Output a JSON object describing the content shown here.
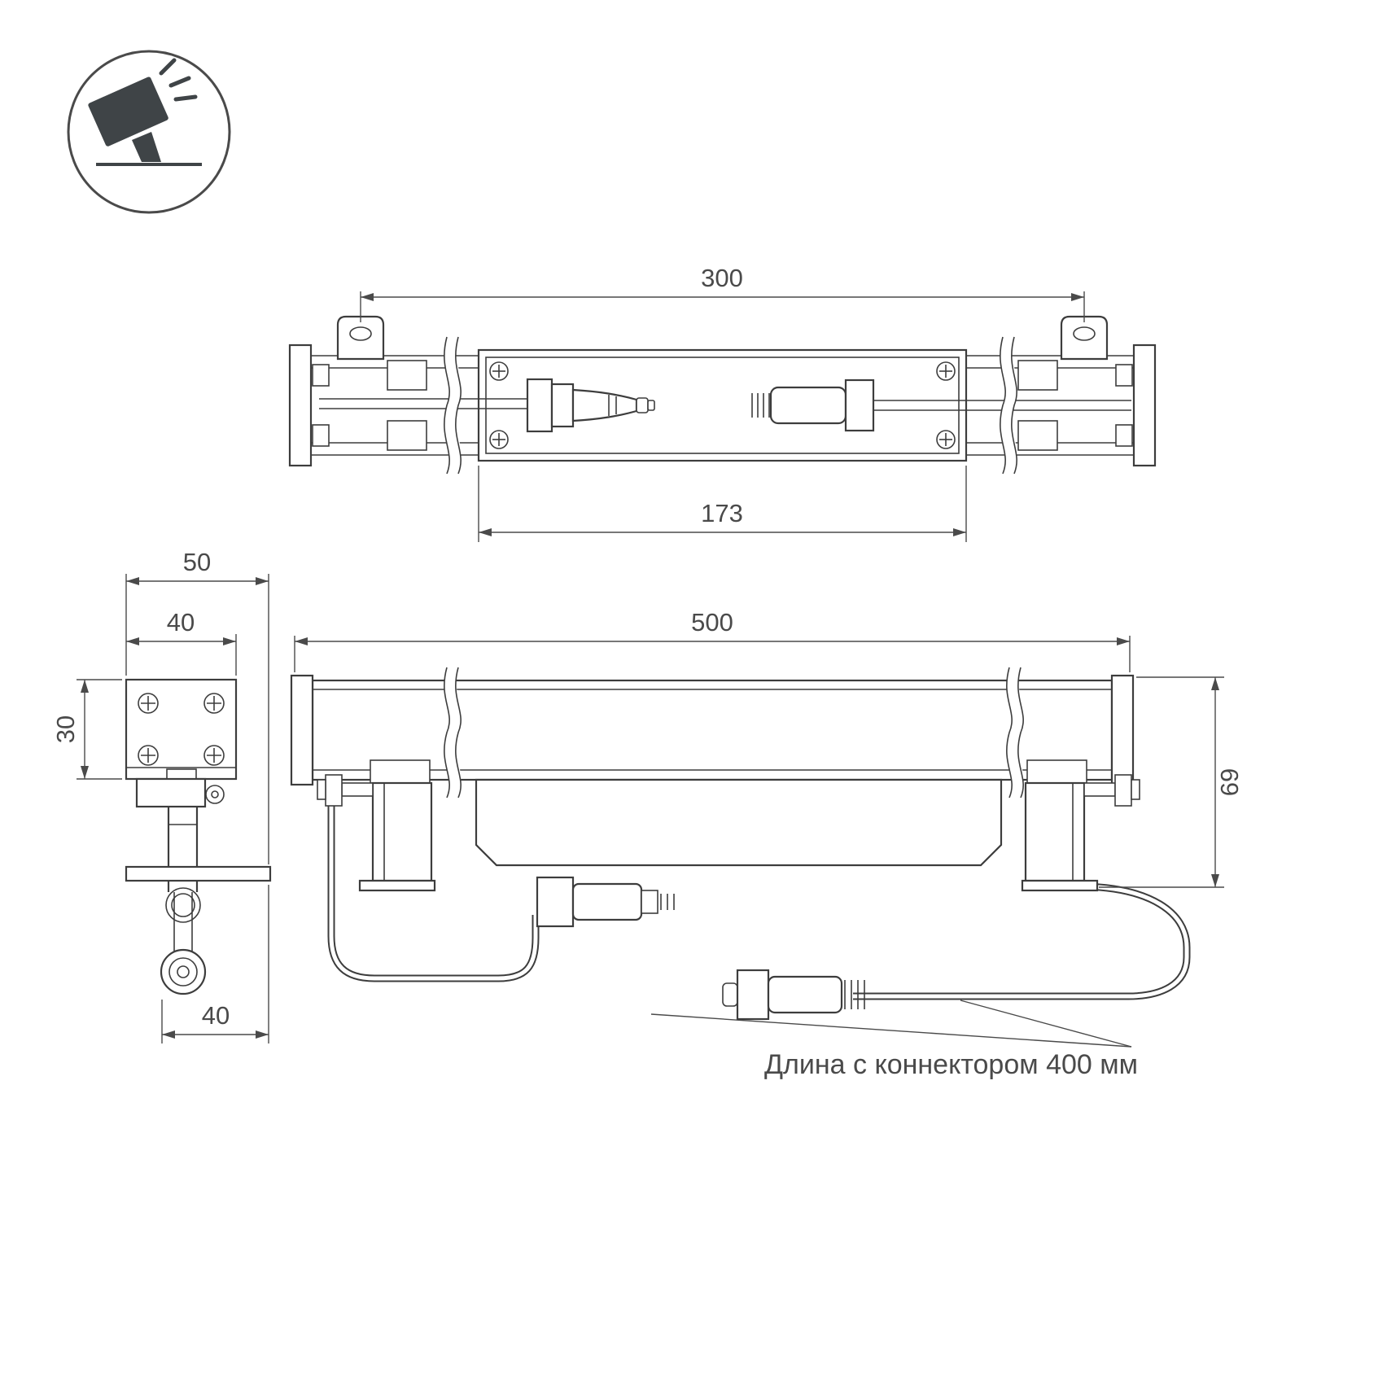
{
  "icon": {
    "name": "wall-washer-luminaire-icon"
  },
  "colors": {
    "line": "#3d3d3d",
    "dimension": "#4a4a4a",
    "icon_fill": "#3f4447",
    "background": "#ffffff"
  },
  "views": {
    "top": {
      "dims": {
        "mounting_spacing": "300",
        "body_length": "173"
      }
    },
    "side": {
      "dims": {
        "overall_width": "50",
        "profile_width": "40",
        "profile_height": "30",
        "bracket_depth": "40"
      }
    },
    "front": {
      "dims": {
        "overall_length": "500",
        "overall_height": "69"
      },
      "annotation": "Длина с коннектором 400 мм"
    }
  }
}
